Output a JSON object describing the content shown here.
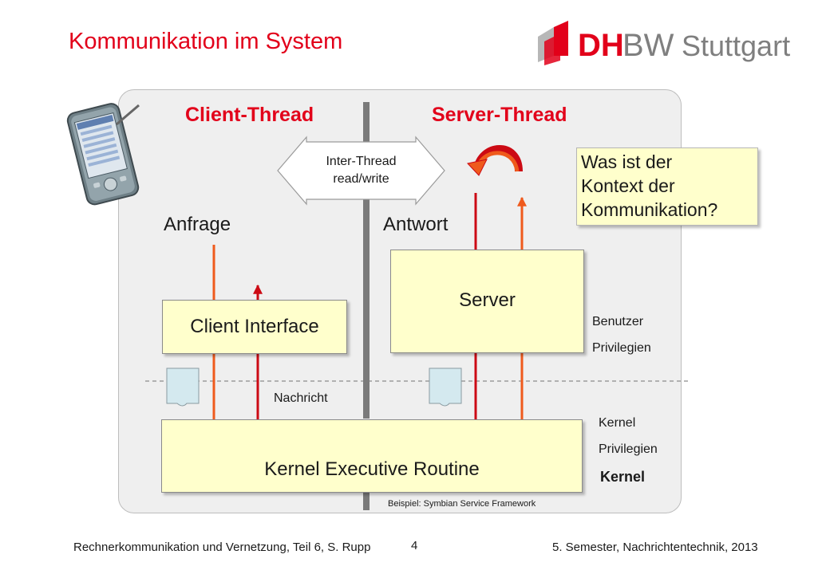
{
  "slide": {
    "title": "Kommunikation im System",
    "logo": {
      "text_dh": "DH",
      "text_bw": "BW",
      "text_city": "Stuttgart"
    },
    "client_thread": "Client-Thread",
    "server_thread": "Server-Thread",
    "inter_thread_line1": "Inter-Thread",
    "inter_thread_line2": "read/write",
    "anfrage": "Anfrage",
    "antwort": "Antwort",
    "client_interface": "Client Interface",
    "server": "Server",
    "kernel_executive": "Kernel Executive Routine",
    "nachricht": "Nachricht",
    "benutzer": "Benutzer",
    "privilegien_user": "Privilegien",
    "kernel_label": "Kernel",
    "privilegien_kernel": "Privilegien",
    "kernel_bold": "Kernel",
    "beispiel": "Beispiel: Symbian Service Framework",
    "question_line1": "Was ist der",
    "question_line2": "Kontext der",
    "question_line3": "Kommunikation?"
  },
  "footer": {
    "left": "Rechnerkommunikation und Vernetzung, Teil 6, S. Rupp",
    "page": "4",
    "right": "5. Semester, Nachrichtentechnik, 2013"
  },
  "colors": {
    "accent_red": "#e2001a",
    "arrow_orange": "#ef5a1c",
    "arrow_red": "#cc0a14",
    "box_fill": "#ffffcc"
  },
  "icons": [
    "dhbw-logo-icon",
    "pda-device-icon",
    "document-icon",
    "curved-arrow-icon"
  ]
}
